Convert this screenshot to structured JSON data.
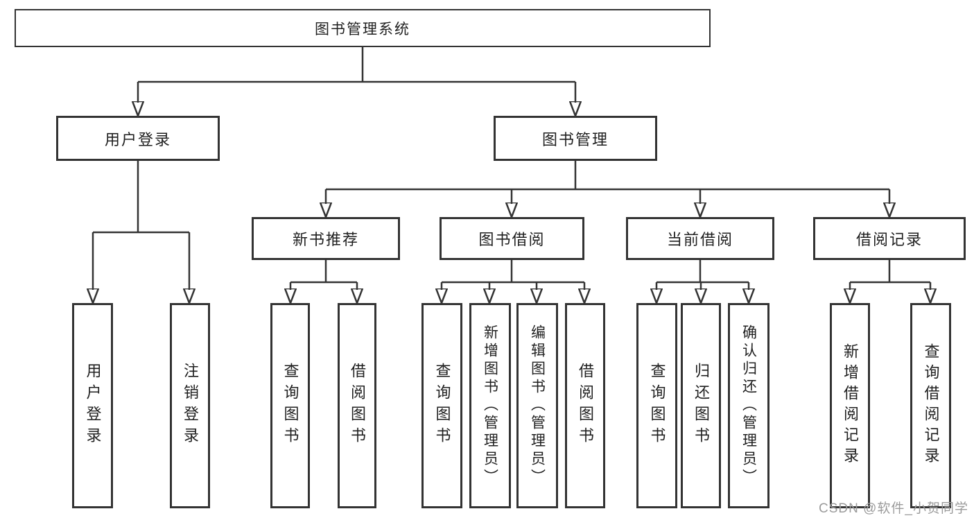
{
  "colors": {
    "line": "#333333",
    "text": "#1f1f1f",
    "watermark": "#9b9b9b",
    "bg": "#ffffff"
  },
  "watermark": {
    "text": "CSDN @软件_小贺同学"
  },
  "tree": {
    "label": "图书管理系统",
    "children": [
      {
        "label": "用户登录",
        "children": [
          {
            "label": "用户登录"
          },
          {
            "label": "注销登录"
          }
        ]
      },
      {
        "label": "图书管理",
        "children": [
          {
            "label": "新书推荐",
            "children": [
              {
                "label": "查询图书"
              },
              {
                "label": "借阅图书"
              }
            ]
          },
          {
            "label": "图书借阅",
            "children": [
              {
                "label": "查询图书"
              },
              {
                "label": "新增图书（管理员）"
              },
              {
                "label": "编辑图书（管理员）"
              },
              {
                "label": "借阅图书"
              }
            ]
          },
          {
            "label": "当前借阅",
            "children": [
              {
                "label": "查询图书"
              },
              {
                "label": "归还图书"
              },
              {
                "label": "确认归还（管理员）"
              }
            ]
          },
          {
            "label": "借阅记录",
            "children": [
              {
                "label": "新增借阅记录"
              },
              {
                "label": "查询借阅记录"
              }
            ]
          }
        ]
      }
    ]
  }
}
